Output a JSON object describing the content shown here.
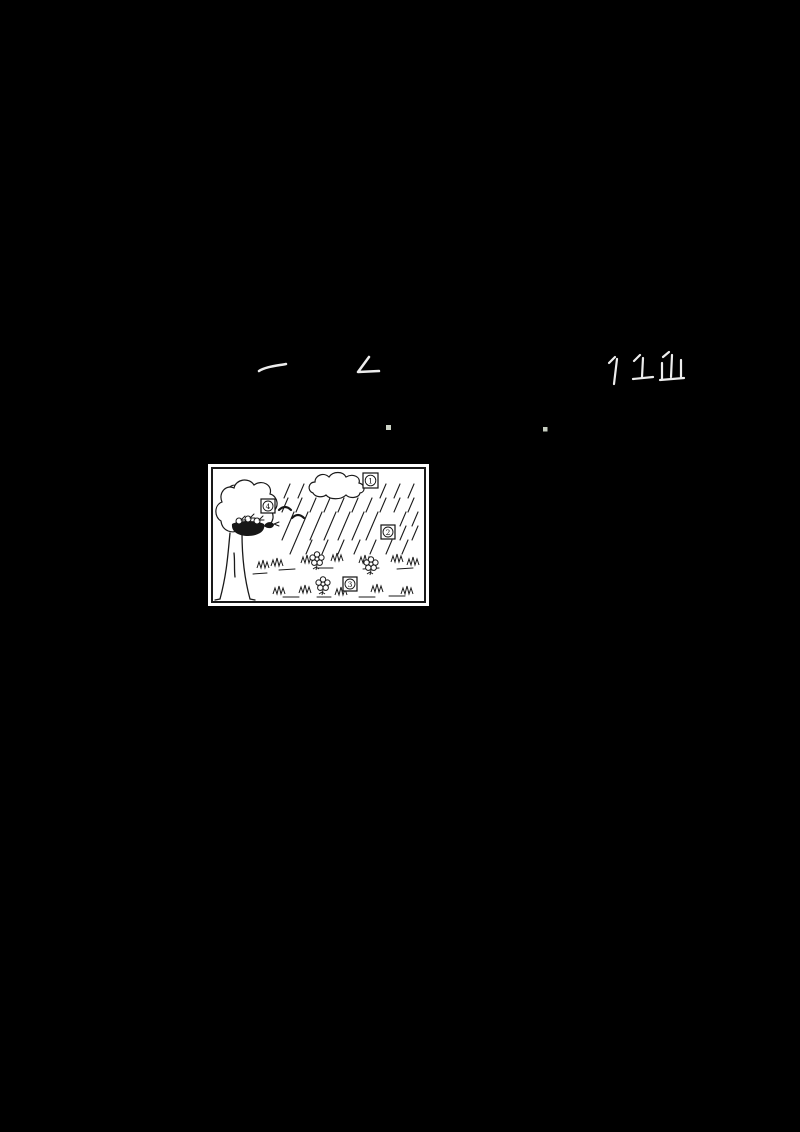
{
  "document": {
    "kind": "scanned-exam-page",
    "background_color": "#000000",
    "handwriting_ink_color": "#ededed",
    "paper_color": "#ffffff",
    "line_color": "#1a1a1a"
  },
  "handwriting": {
    "marks": [
      {
        "name": "horizontal-stroke"
      },
      {
        "name": "angle-stroke"
      },
      {
        "name": "vertical-stroke-with-tick"
      },
      {
        "name": "tee-stroke-with-tick"
      },
      {
        "name": "mountain-stroke-with-tick"
      }
    ],
    "dots": [
      {
        "name": "small-dot-left"
      },
      {
        "name": "small-dot-right"
      }
    ]
  },
  "illustration": {
    "elements": [
      "cloud",
      "rain",
      "tree",
      "nest-with-chicks",
      "flying-birds",
      "grass",
      "flowers"
    ],
    "labels": [
      {
        "number": "1",
        "marks": "cloud"
      },
      {
        "number": "2",
        "marks": "rain"
      },
      {
        "number": "3",
        "marks": "flowers"
      },
      {
        "number": "4",
        "marks": "birds"
      }
    ]
  }
}
